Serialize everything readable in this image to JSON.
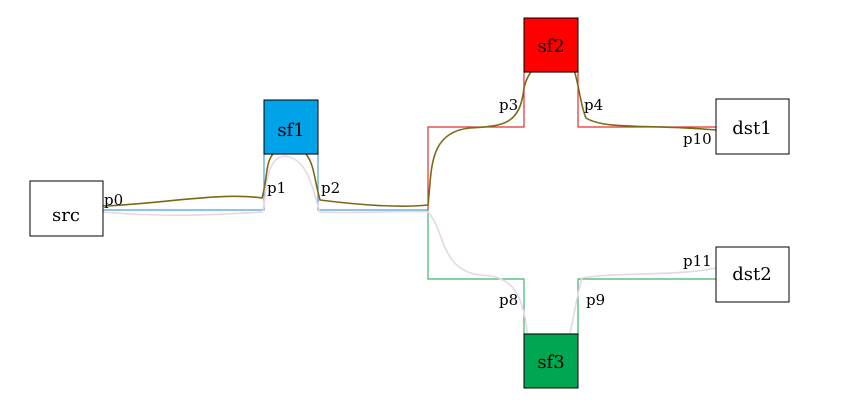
{
  "nodes": {
    "src": {
      "label": "src",
      "fill": "#ffffff"
    },
    "sf1": {
      "label": "sf1",
      "fill": "#00a2e8"
    },
    "sf2": {
      "label": "sf2",
      "fill": "#ff0000"
    },
    "sf3": {
      "label": "sf3",
      "fill": "#00a651"
    },
    "dst1": {
      "label": "dst1",
      "fill": "#ffffff"
    },
    "dst2": {
      "label": "dst2",
      "fill": "#ffffff"
    }
  },
  "ports": {
    "p0": "p0",
    "p1": "p1",
    "p2": "p2",
    "p3": "p3",
    "p4": "p4",
    "p8": "p8",
    "p9": "p9",
    "p10": "p10",
    "p11": "p11"
  },
  "colors": {
    "path_blue": "#4f9fd6",
    "path_red": "#e03030",
    "path_green": "#3ab86a",
    "flow_olive": "#7a6a18",
    "flow_light": "#e6d6e6",
    "stub": "#000000"
  }
}
